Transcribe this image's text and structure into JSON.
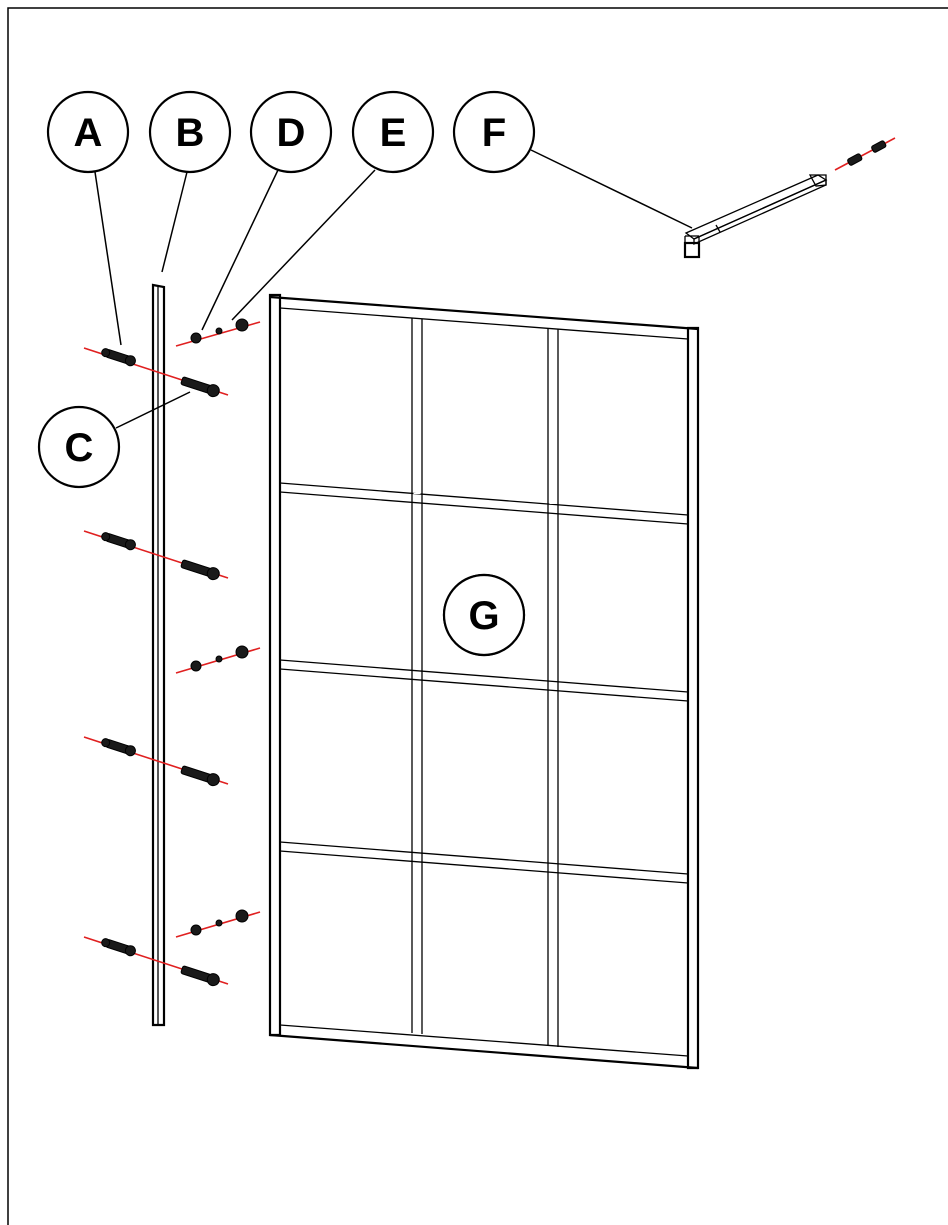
{
  "callouts": [
    {
      "id": "A",
      "label": "A"
    },
    {
      "id": "B",
      "label": "B"
    },
    {
      "id": "D",
      "label": "D"
    },
    {
      "id": "E",
      "label": "E"
    },
    {
      "id": "F",
      "label": "F"
    },
    {
      "id": "C",
      "label": "C"
    },
    {
      "id": "G",
      "label": "G"
    }
  ],
  "colors": {
    "axis_line": "#e02020",
    "ink": "#000000"
  }
}
